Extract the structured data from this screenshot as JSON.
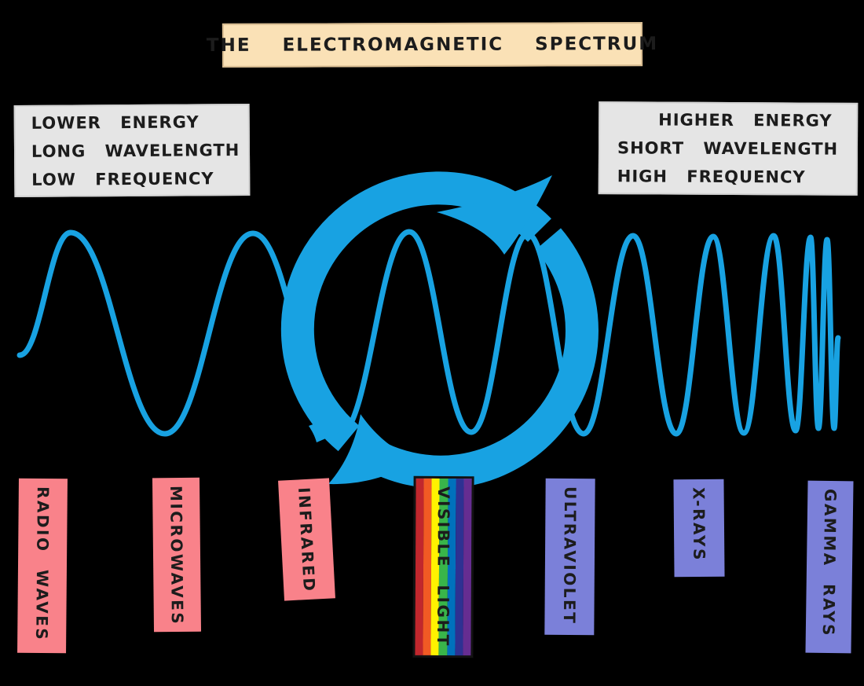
{
  "title": "THE ELECTROMAGNETIC SPECTRUM",
  "left_note": {
    "lines": [
      "LOWER ENERGY",
      "LONG WAVELENGTH",
      "LOW FREQUENCY"
    ]
  },
  "right_note": {
    "lines": [
      "HIGHER ENERGY",
      "SHORT WAVELENGTH",
      "HIGH FREQUENCY"
    ]
  },
  "spectrum_bands": [
    {
      "label": "RADIO WAVES",
      "color_type": "pink"
    },
    {
      "label": "MICROWAVES",
      "color_type": "pink"
    },
    {
      "label": "INFRARED",
      "color_type": "pink"
    },
    {
      "label": "VISIBLE LIGHT",
      "color_type": "rainbow"
    },
    {
      "label": "ULTRAVIOLET",
      "color_type": "purple"
    },
    {
      "label": "X-RAYS",
      "color_type": "purple"
    },
    {
      "label": "GAMMA RAYS",
      "color_type": "purple"
    }
  ],
  "visible_light_stripes": [
    "#c1272d",
    "#f15a24",
    "#fff200",
    "#39b54a",
    "#0071bc",
    "#2e3192",
    "#662d91"
  ],
  "icons": {
    "cycle_arrow": "clockwise-cycle-arrow",
    "wave": "sine-wave-increasing-frequency"
  },
  "colors": {
    "background": "#000000",
    "title_box": "#fae1b6",
    "note_box": "#e5e5e5",
    "wave_blue": "#18a2e2",
    "band_pink": "#f9828a",
    "band_purple": "#7b80d9",
    "text_dark": "#1c1c1c"
  }
}
